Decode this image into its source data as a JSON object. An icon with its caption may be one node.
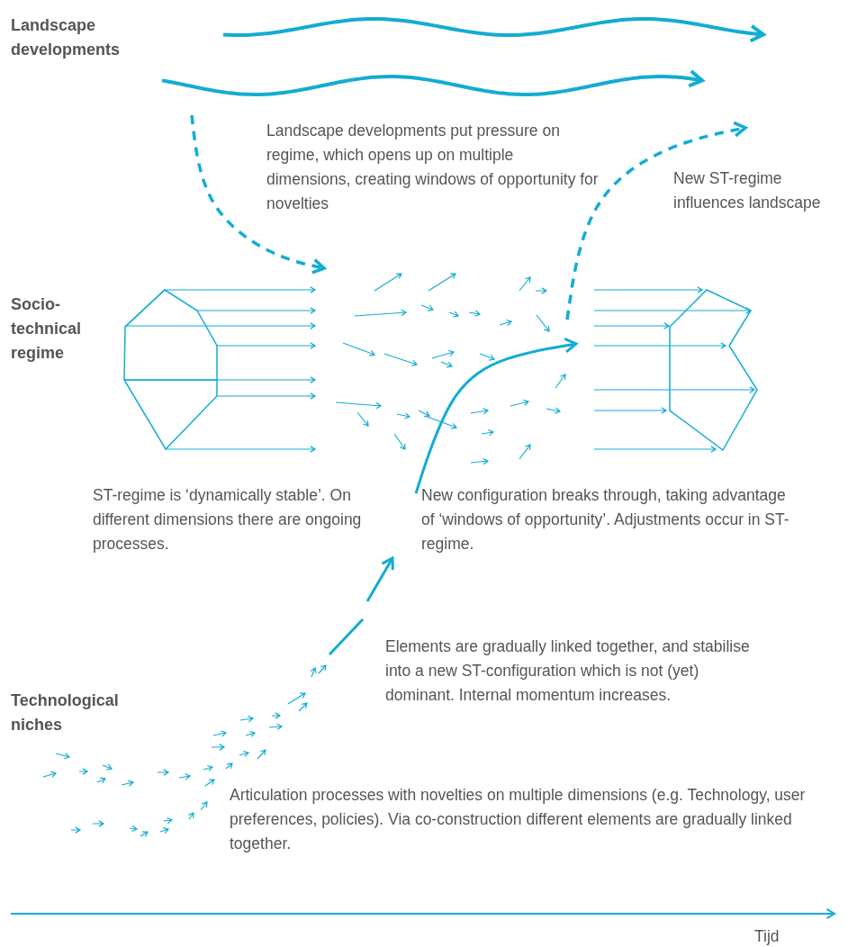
{
  "diagram": {
    "labels": [
      "Landscape developments",
      "Landscape developments put pressure on regime, which opens up on multiple dimensions, creating windows of opportunity for novelties",
      "New ST-regime influences landscape",
      "Socio-technical regime",
      "ST-regime is ‘dynamically stable’. On different dimensions there are ongoing processes.",
      "New configuration breaks through, taking advantage of ‘windows of opportunity’. Adjustments occur in ST-regime.",
      "Elements are gradually linked together, and stabilise into a new ST-configuration which is not (yet) dominant. Internal momentum increases.",
      "Technological niches",
      "Articulation processes with novelties on multiple dimensions (e.g. Technology, user preferences, policies). Via co-construction different elements are gradually linked together.",
      "Tijd"
    ]
  }
}
